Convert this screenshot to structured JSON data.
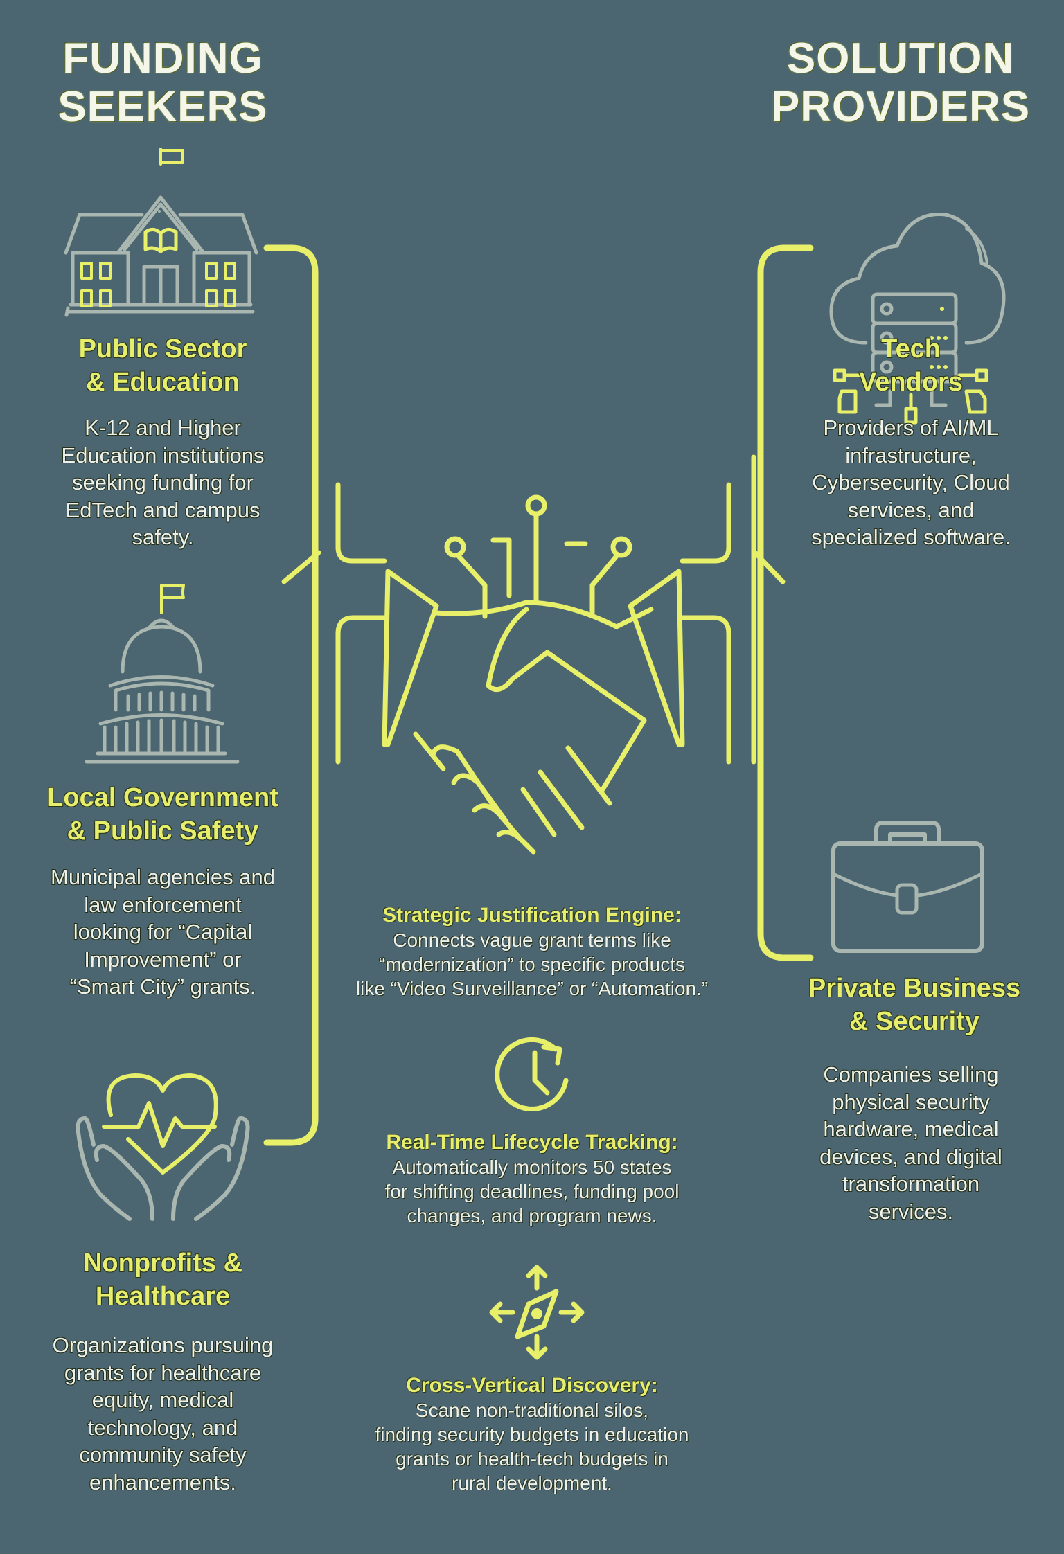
{
  "colors": {
    "background": "#4b6670",
    "accent": "#e8f06a",
    "icon_gray": "#a9b7b0",
    "text": "#eef0ea"
  },
  "left_column": {
    "title_line1": "FUNDING",
    "title_line2": "SEEKERS",
    "items": [
      {
        "icon": "school-building-icon",
        "heading_line1": "Public Sector",
        "heading_line2": "& Education",
        "description": [
          "K-12 and Higher",
          "Education institutions",
          "seeking funding for",
          "EdTech and campus",
          "safety."
        ]
      },
      {
        "icon": "capitol-dome-icon",
        "heading_line1": "Local Government",
        "heading_line2": "& Public Safety",
        "description": [
          "Municipal agencies and",
          "law enforcement",
          "looking for “Capital",
          "Improvement” or",
          "“Smart City” grants."
        ]
      },
      {
        "icon": "heart-in-hands-icon",
        "heading_line1": "Nonprofits &",
        "heading_line2": "Healthcare",
        "description": [
          "Organizations pursuing",
          "grants for healthcare",
          "equity, medical",
          "technology, and",
          "community safety",
          "enhancements."
        ]
      }
    ]
  },
  "right_column": {
    "title_line1": "SOLUTION",
    "title_line2": "PROVIDERS",
    "items": [
      {
        "icon": "cloud-server-icon",
        "heading_line1": "Tech",
        "heading_line2": "Vendors",
        "description": [
          "Providers of AI/ML",
          "infrastructure,",
          "Cybersecurity, Cloud",
          "services, and",
          "specialized software."
        ]
      },
      {
        "icon": "briefcase-icon",
        "heading_line1": "Private Business",
        "heading_line2": "& Security",
        "description": [
          "Companies selling",
          "physical security",
          "hardware, medical",
          "devices, and digital",
          "transformation",
          "services."
        ]
      }
    ]
  },
  "center": {
    "icon": "handshake-circuit-icon",
    "features": [
      {
        "icon": "none",
        "heading": "Strategic Justification Engine:",
        "description": [
          "Connects vague grant terms like",
          "“modernization” to specific products",
          "like “Video Surveillance” or “Automation.”"
        ]
      },
      {
        "icon": "clock-refresh-icon",
        "heading": "Real-Time Lifecycle Tracking:",
        "description": [
          "Automatically monitors 50 states",
          "for shifting deadlines, funding pool",
          "changes, and program news."
        ]
      },
      {
        "icon": "compass-arrows-icon",
        "heading": "Cross-Vertical Discovery:",
        "description": [
          "Scane non-traditional silos,",
          "finding security budgets in education",
          "grants or health-tech budgets in",
          "rural development."
        ]
      }
    ]
  }
}
